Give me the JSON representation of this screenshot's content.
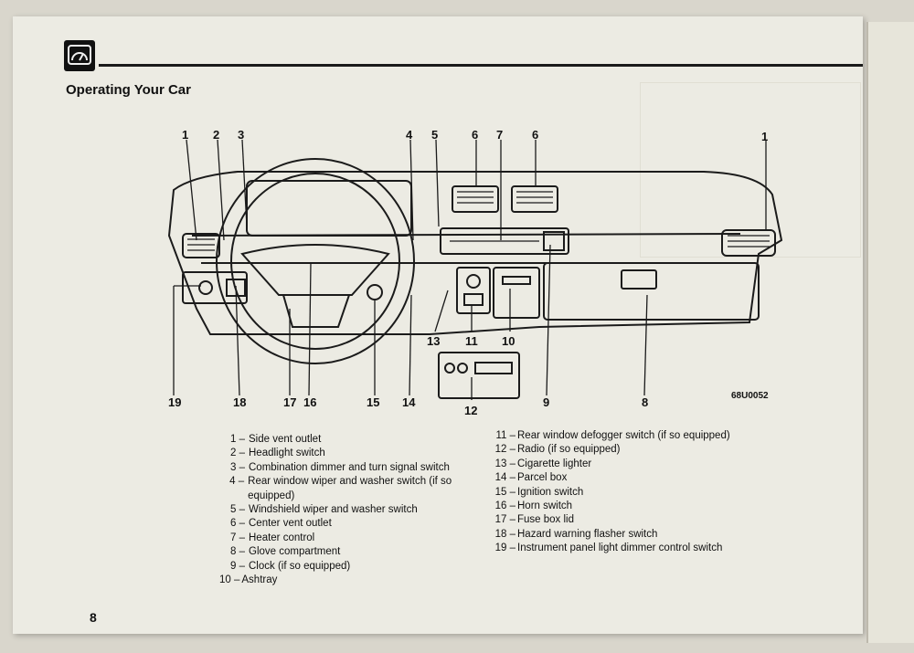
{
  "header": {
    "title": "Operating Your Car",
    "icon": "dashboard-icon"
  },
  "diagram": {
    "code": "68U0052",
    "callouts": {
      "top": [
        "1",
        "2",
        "3",
        "4",
        "5",
        "6",
        "7",
        "6",
        "1"
      ],
      "bottom": [
        "19",
        "18",
        "17",
        "16",
        "15",
        "14",
        "13",
        "11",
        "10",
        "12",
        "9",
        "8"
      ]
    }
  },
  "legend": {
    "left": [
      {
        "num": "1 –",
        "text": "Side vent outlet"
      },
      {
        "num": "2 –",
        "text": "Headlight switch"
      },
      {
        "num": "3 –",
        "text": "Combination dimmer and turn signal switch"
      },
      {
        "num": "4 –",
        "text": "Rear window wiper and washer switch (if so equipped)"
      },
      {
        "num": "5 –",
        "text": "Windshield wiper and washer switch"
      },
      {
        "num": "6 –",
        "text": "Center vent outlet"
      },
      {
        "num": "7 –",
        "text": "Heater control"
      },
      {
        "num": "8 –",
        "text": "Glove compartment"
      },
      {
        "num": "9 –",
        "text": "Clock (if so equipped)"
      },
      {
        "num": "10 –",
        "text": "Ashtray"
      }
    ],
    "right": [
      {
        "num": "11 –",
        "text": "Rear window defogger switch (if so equipped)"
      },
      {
        "num": "12 –",
        "text": "Radio (if so equipped)"
      },
      {
        "num": "13 –",
        "text": "Cigarette lighter"
      },
      {
        "num": "14 –",
        "text": "Parcel box"
      },
      {
        "num": "15 –",
        "text": "Ignition switch"
      },
      {
        "num": "16 –",
        "text": "Horn switch"
      },
      {
        "num": "17 –",
        "text": "Fuse box lid"
      },
      {
        "num": "18 –",
        "text": "Hazard warning flasher switch"
      },
      {
        "num": "19 –",
        "text": "Instrument panel light dimmer control switch"
      }
    ]
  },
  "page_number": "8"
}
